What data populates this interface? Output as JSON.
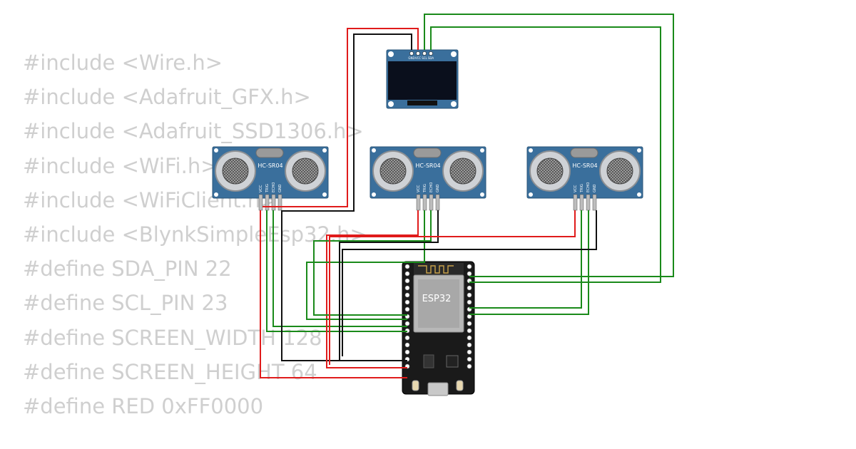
{
  "code_lines": [
    "#include <Wire.h>",
    "#include <Adafruit_GFX.h>",
    "#include <Adafruit_SSD1306.h>",
    "#include <WiFi.h>",
    "#include <WiFiClient.h>",
    "#include <BlynkSimpleEsp32.h>",
    "#define SDA_PIN 22",
    "#define SCL_PIN 23",
    "#define SCREEN_WIDTH 128",
    "#define SCREEN_HEIGHT 64",
    "#define RED 0xFF0000"
  ],
  "sensors": [
    {
      "model": "HC-SR04",
      "pins": [
        "VCC",
        "TRIG",
        "ECHO",
        "GND"
      ]
    },
    {
      "model": "HC-SR04",
      "pins": [
        "VCC",
        "TRIG",
        "ECHO",
        "GND"
      ]
    },
    {
      "model": "HC-SR04",
      "pins": [
        "VCC",
        "TRIG",
        "ECHO",
        "GND"
      ]
    }
  ],
  "oled": {
    "pins": [
      "GND",
      "VCC",
      "SCL",
      "SDA"
    ]
  },
  "esp32": {
    "chip_label": "ESP32"
  },
  "colors": {
    "code_text": "#cfcfcf",
    "wire_red": "#e01b1b",
    "wire_black": "#111111",
    "wire_green": "#1a8a1a",
    "board_blue": "#3a6f9c",
    "esp_board": "#1a1a1a"
  }
}
